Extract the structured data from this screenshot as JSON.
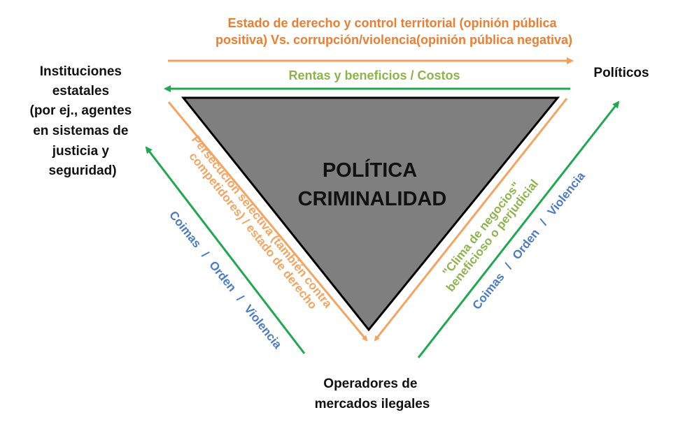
{
  "nodes": {
    "institutions": [
      "Instituciones",
      "estatales",
      "(por ej., agentes",
      "en sistemas de",
      "justicia y",
      "seguridad)"
    ],
    "politicians": "Políticos",
    "operators": [
      "Operadores de",
      "mercados ilegales"
    ]
  },
  "center_title": [
    "POLÍTICA",
    "CRIMINALIDAD"
  ],
  "flows": {
    "top_orange": [
      "Estado de derecho y control territorial (opinión pública",
      "positiva) Vs. corrupción/violencia(opinión pública negativa)"
    ],
    "top_green": "Rentas y beneficios / Costos",
    "left_orange": [
      "Persecución selectiva (también contra",
      "competidores) / estado de derecho"
    ],
    "left_blue": "Coimas / Orden / Violencia",
    "right_green": [
      "\"Clima de negocios\"",
      "beneficioso o perjudicial"
    ],
    "right_blue": "Coimas / Orden / Violencia"
  },
  "colors": {
    "orange": "#ED7D31",
    "orange_arrow": "#F4A460",
    "green_arrow": "#1FA84F",
    "light_green_text": "#8DB44B",
    "blue_text": "#4A7BC4",
    "triangle": "#7F7F7F"
  }
}
